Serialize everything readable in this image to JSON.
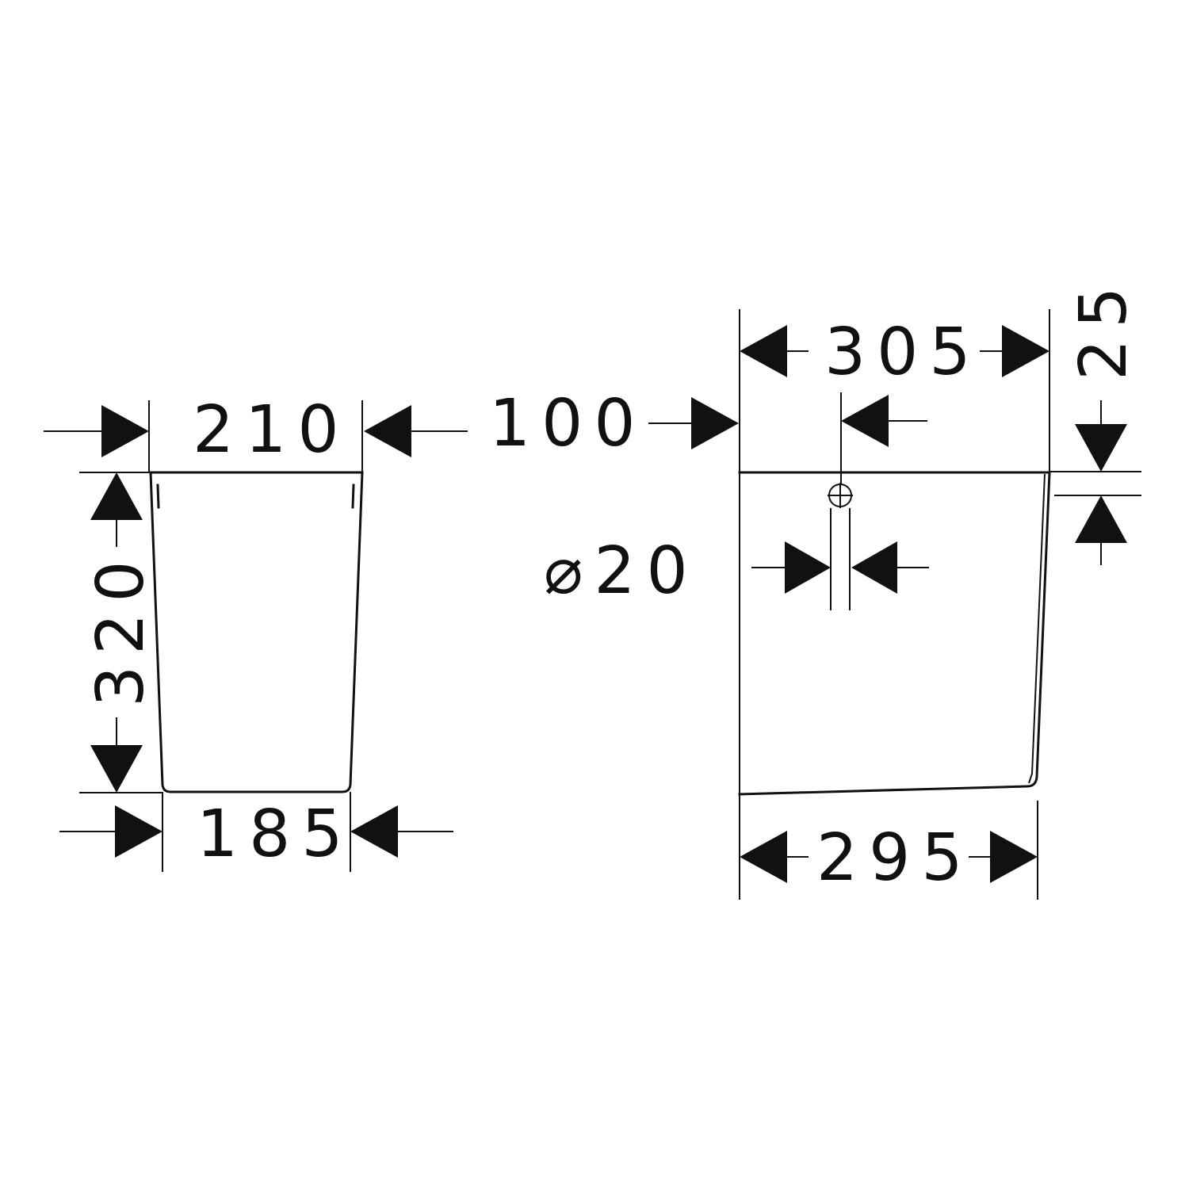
{
  "colors": {
    "line": "#111111",
    "background": "#ffffff"
  },
  "dimensions": {
    "top_width_front": "210",
    "bottom_width_front": "185",
    "height_front": "320",
    "gap": "100",
    "top_width_side": "305",
    "bottom_width_side": "295",
    "rim": "25",
    "hole_diameter": "⌀20"
  }
}
